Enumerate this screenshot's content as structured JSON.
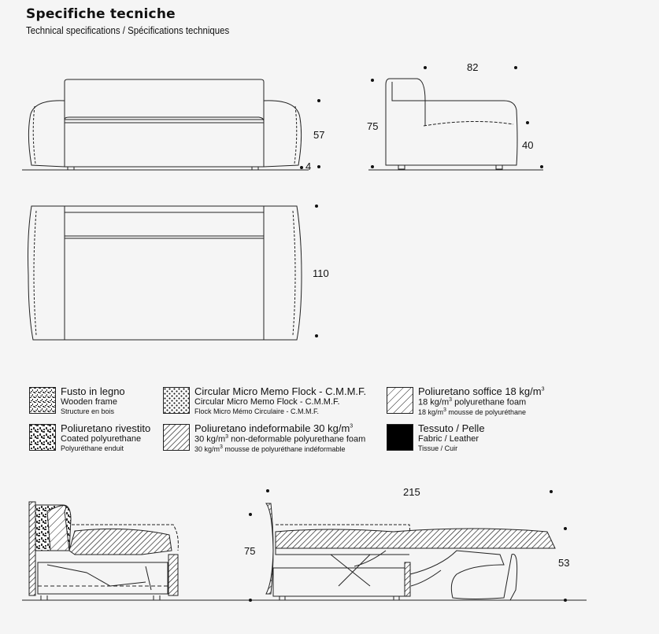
{
  "header": {
    "title": "Specifiche tecniche",
    "subtitle": "Technical specifications / Spécifications techniques"
  },
  "dimensions": {
    "front_height": "57",
    "front_foot": "4",
    "side_depth": "82",
    "side_height": "75",
    "side_seat_height": "40",
    "top_depth": "110",
    "bed_length": "215",
    "bed_height": "75",
    "bed_mattress_height": "53"
  },
  "legend": [
    {
      "it": "Fusto in legno",
      "en": "Wooden frame",
      "fr": "Structure en bois",
      "pattern": "speckle"
    },
    {
      "it": "Circular Micro Memo Flock - C.M.M.F.",
      "en": "Circular Micro Memo Flock - C.M.M.F.",
      "fr": "Flock Micro Mémo Circulaire - C.M.M.F.",
      "pattern": "dots"
    },
    {
      "it": "Poliuretano soffice 18 kg/m",
      "en": "18 kg/m",
      "en_rest": " polyurethane foam",
      "fr": "18 kg/m",
      "fr_rest": " mousse de polyuréthane",
      "sup": "3",
      "pattern": "light-hatch"
    },
    {
      "it": "Poliuretano rivestito",
      "en": "Coated polyurethane",
      "fr": "Polyuréthane enduit",
      "pattern": "coarse-speckle"
    },
    {
      "it": "Poliuretano indeformabile 30 kg/m",
      "en": "30 kg/m",
      "en_rest": " non-deformable polyurethane foam",
      "fr": "30 kg/m",
      "fr_rest": " mousse de polyuréthane indéformable",
      "sup": "3",
      "pattern": "dense-hatch"
    },
    {
      "it": "Tessuto / Pelle",
      "en": "Fabric / Leather",
      "fr": "Tissue / Cuir",
      "pattern": "solid"
    }
  ],
  "colors": {
    "background": "#f5f5f5",
    "line": "#111111"
  }
}
